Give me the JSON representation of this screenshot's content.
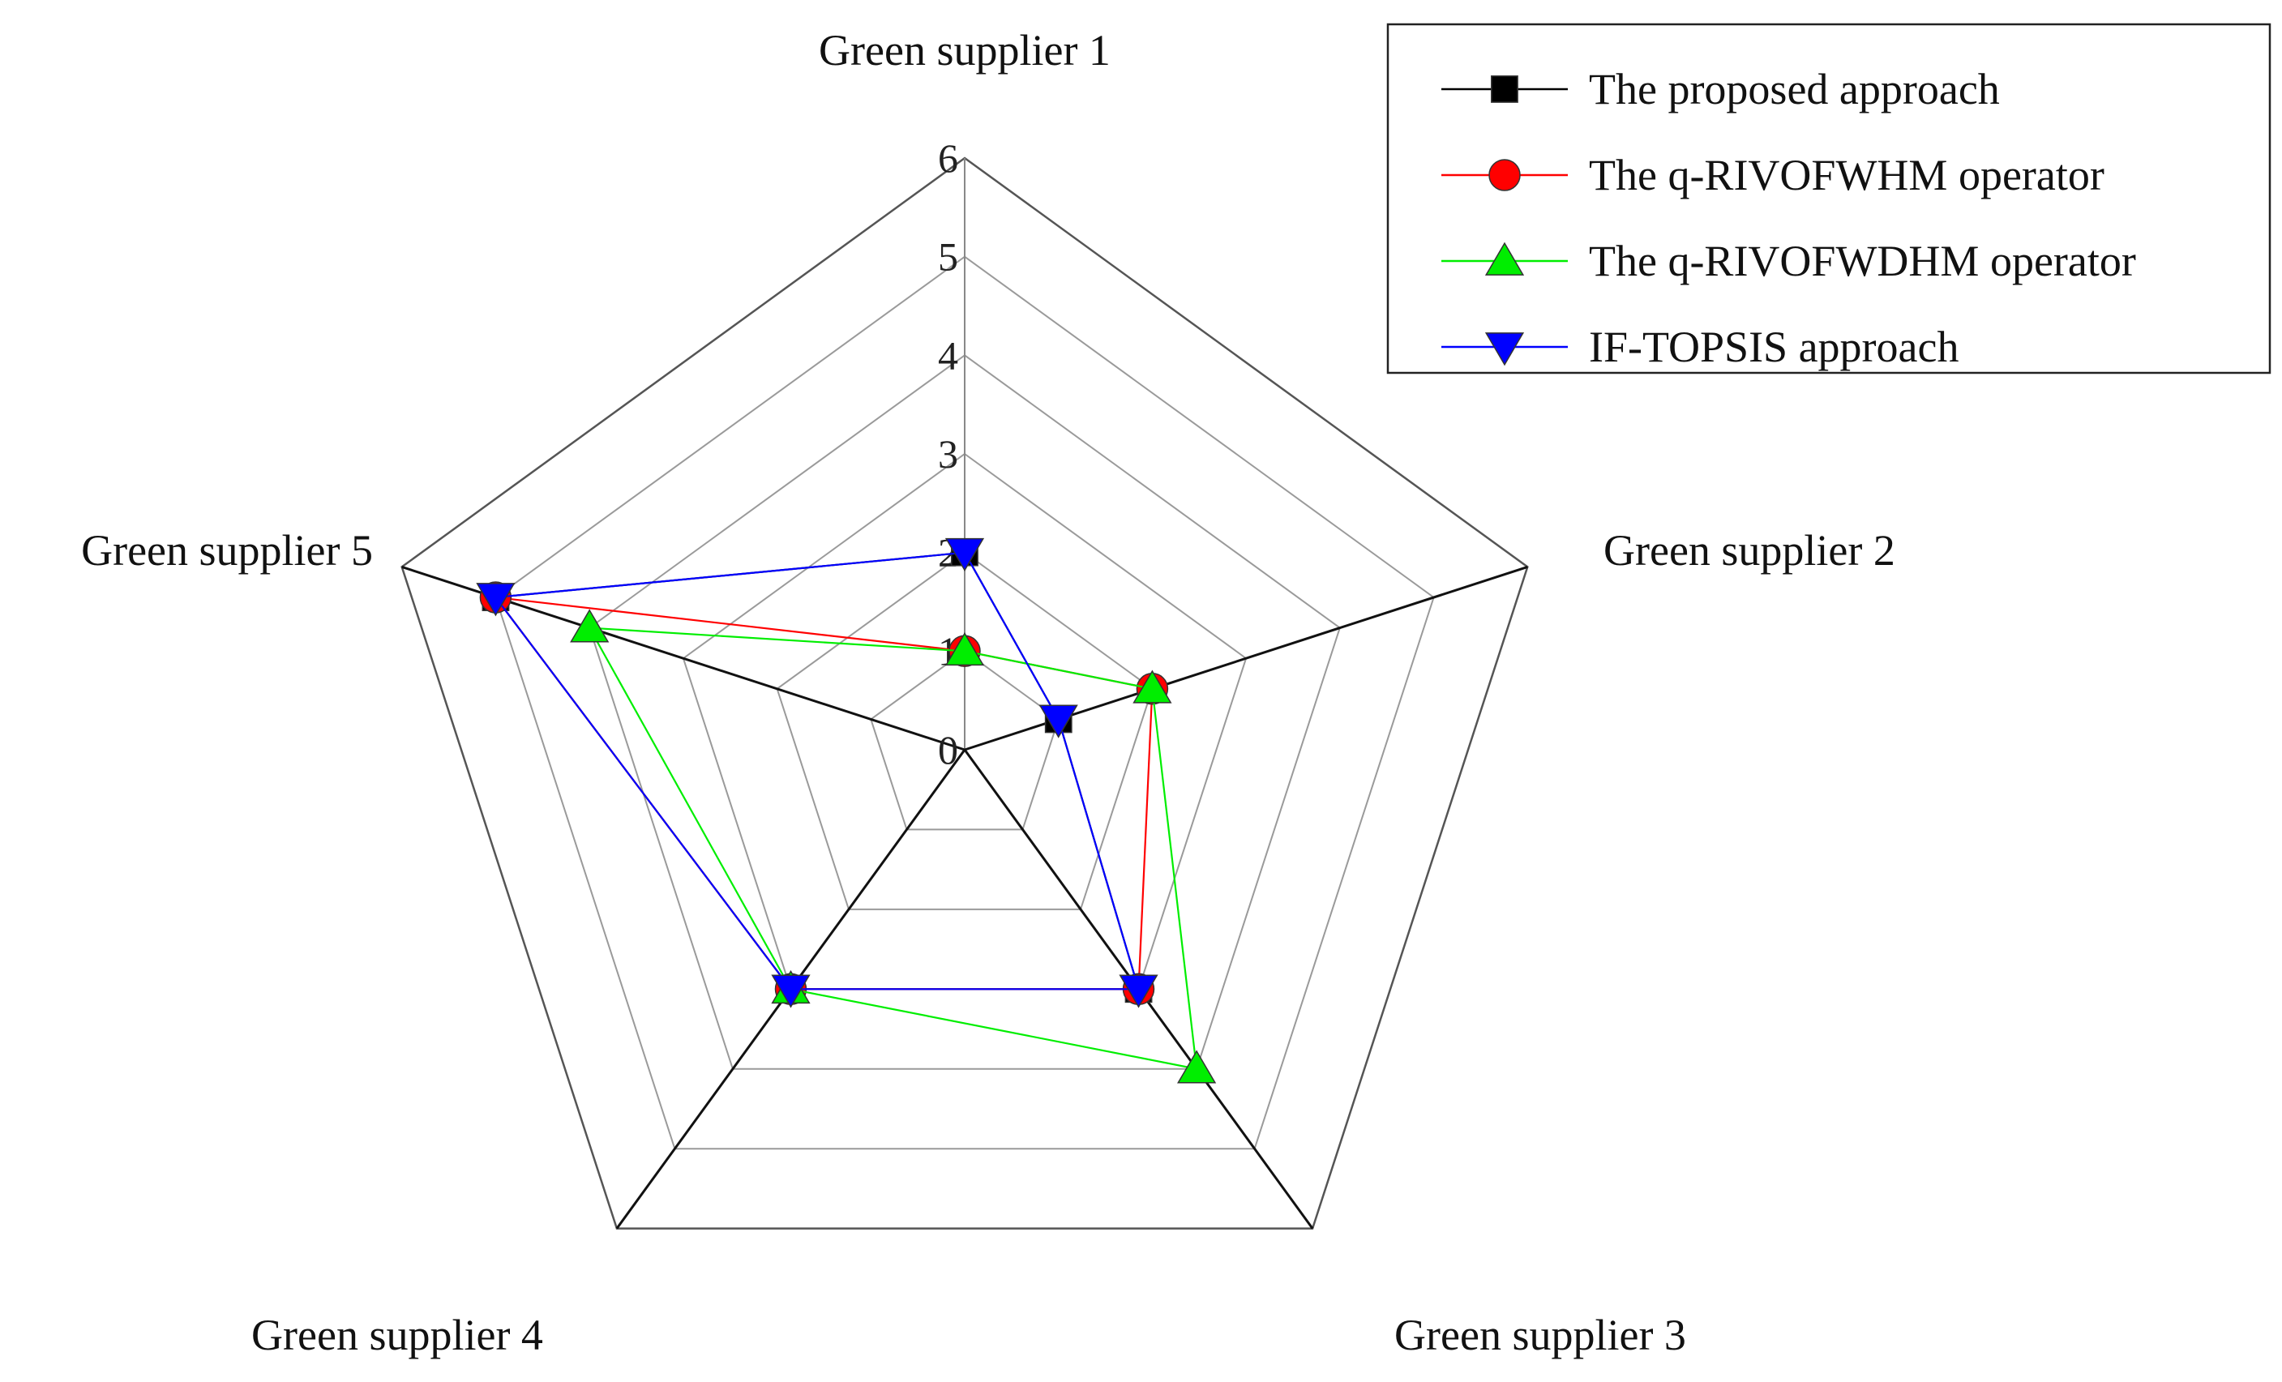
{
  "chart_data": {
    "type": "radar",
    "axes": [
      "Green supplier 1",
      "Green supplier 2",
      "Green supplier 3",
      "Green supplier 4",
      "Green supplier 5"
    ],
    "rlim": [
      0,
      6
    ],
    "ticks": [
      "0",
      "1",
      "2",
      "3",
      "4",
      "5",
      "6"
    ],
    "grid": true,
    "legend_position": "top-right",
    "series": [
      {
        "name": "The proposed approach",
        "marker": "square",
        "color": "#000000",
        "values": [
          2,
          1,
          3,
          3,
          5
        ]
      },
      {
        "name": "The q-RIVOFWHM operator",
        "marker": "circle",
        "color": "#ff0000",
        "values": [
          1,
          2,
          3,
          3,
          5
        ]
      },
      {
        "name": "The q-RIVOFWDHM operator",
        "marker": "triangle-up",
        "color": "#00ee00",
        "values": [
          1,
          2,
          4,
          3,
          4
        ]
      },
      {
        "name": "IF-TOPSIS approach",
        "marker": "triangle-down",
        "color": "#0000ff",
        "values": [
          2,
          1,
          3,
          3,
          5
        ]
      }
    ]
  }
}
